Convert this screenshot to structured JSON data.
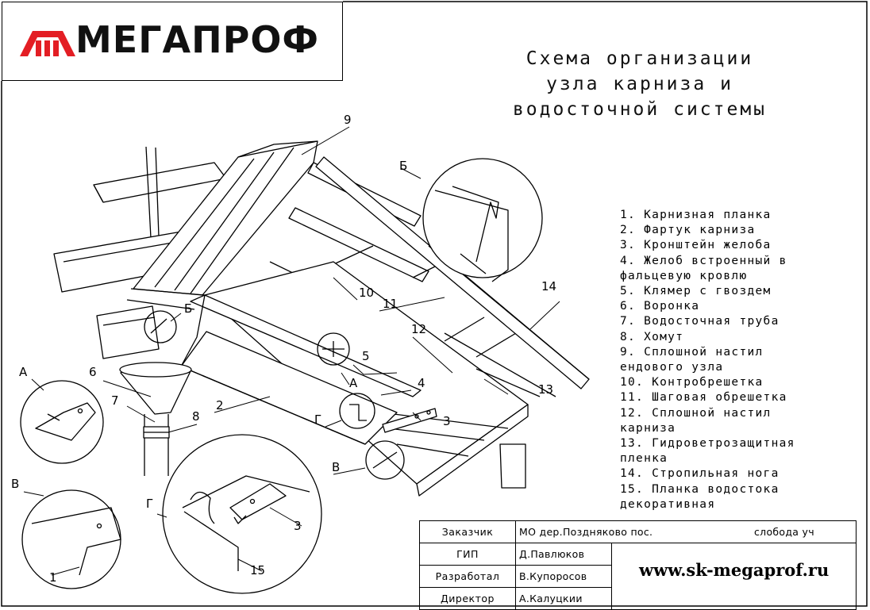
{
  "logo": {
    "text": "МЕГАПРОФ",
    "color": "#e31e24"
  },
  "title": {
    "line1": "Схема организации",
    "line2": "узла карниза и",
    "line3": "водосточной системы"
  },
  "legend": [
    "1. Карнизная планка",
    "2. Фартук карниза",
    "3. Кронштейн желоба",
    "4. Желоб встроенный в",
    "фальцевую кровлю",
    "5. Клямер с гвоздем",
    "6. Воронка",
    "7. Водосточная труба",
    "8. Хомут",
    "9. Сплошной настил",
    "ендового узла",
    "10. Контробрешетка",
    "11. Шаговая обрешетка",
    "12. Сплошной настил",
    "карниза",
    "13. Гидроветрозащитная",
    "пленка",
    "14. Стропильная нога",
    "15. Планка водостока",
    "декоративная"
  ],
  "callouts": {
    "n1": "1",
    "n2": "2",
    "n3a": "3",
    "n3b": "3",
    "n4": "4",
    "n5": "5",
    "n6": "6",
    "n7": "7",
    "n8": "8",
    "n9": "9",
    "n10": "10",
    "n11": "11",
    "n12": "12",
    "n13": "13",
    "n14": "14",
    "n15": "15",
    "a1": "А",
    "a2": "А",
    "b1": "Б",
    "b2": "Б",
    "v1": "В",
    "v2": "В",
    "g1": "Г",
    "g2": "Г"
  },
  "title_block": {
    "customer_label": "Заказчик",
    "customer_value_left": "МО дер.Поздняково пос.",
    "customer_value_right": "слобода уч",
    "gip_label": "ГИП",
    "gip_value": "Д.Павлюков",
    "dev_label": "Разработал",
    "dev_value": "В.Купоросов",
    "dir_label": "Директор",
    "dir_value": "А.Калуцкии"
  },
  "website": "www.sk-megaprof.ru"
}
